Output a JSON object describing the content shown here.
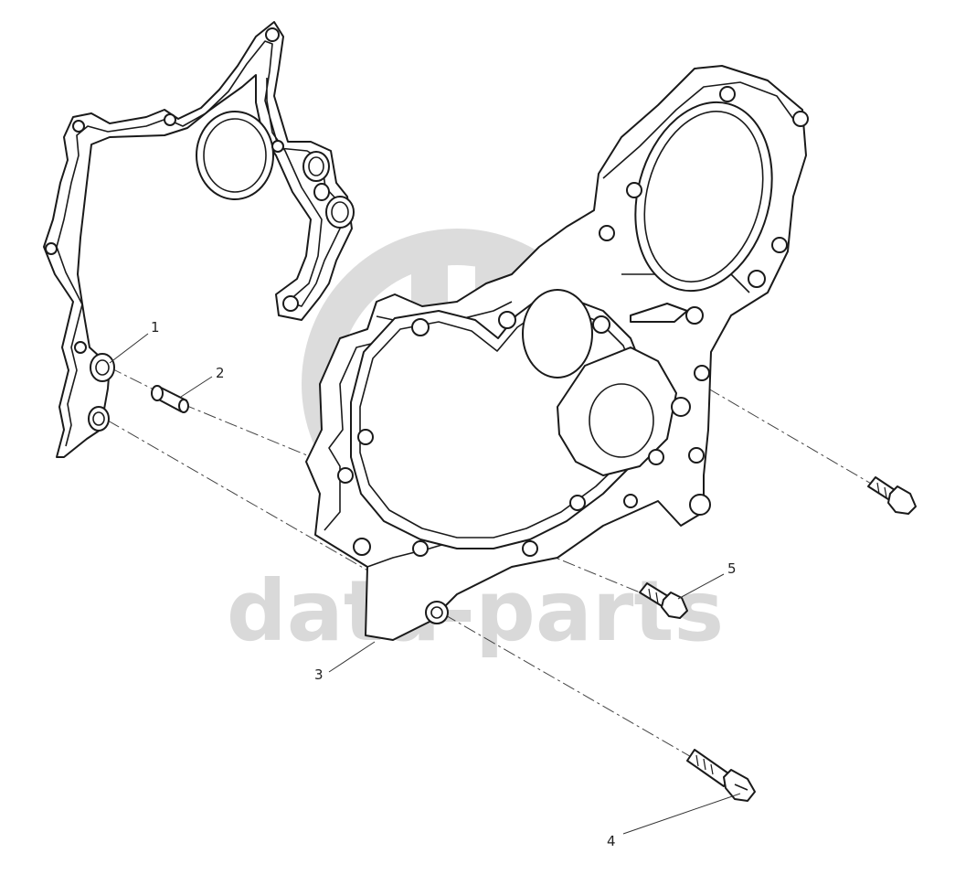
{
  "watermark": {
    "text": "data-parts",
    "logo": "double-circle-logo",
    "color": "#d9d9d9"
  },
  "callouts": [
    {
      "id": "1",
      "label": "1"
    },
    {
      "id": "2",
      "label": "2"
    },
    {
      "id": "3",
      "label": "3"
    },
    {
      "id": "4",
      "label": "4"
    },
    {
      "id": "5",
      "label": "5"
    }
  ],
  "colors": {
    "line": "#1a1a1a",
    "background": "#ffffff"
  }
}
